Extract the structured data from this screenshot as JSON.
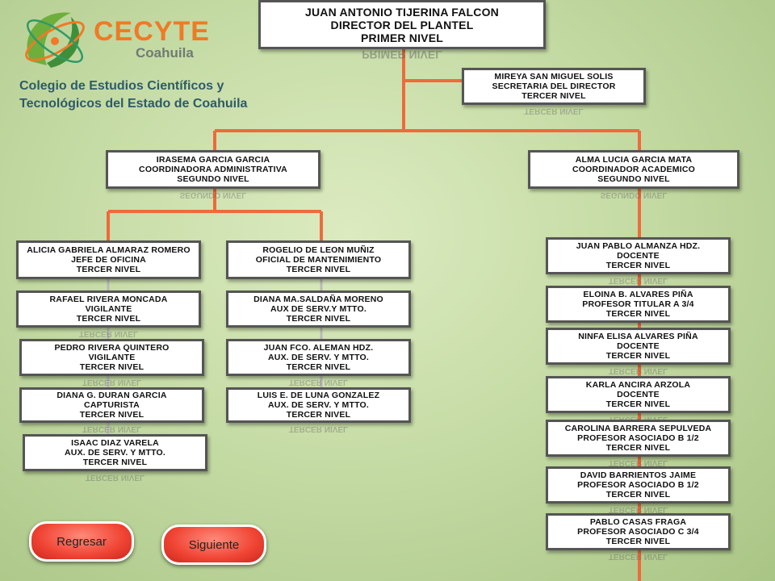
{
  "logo": {
    "brand": "CECYTE",
    "region": "Coahuila",
    "line1": "Colegio de Estudios Científicos y",
    "line2": "Tecnológicos del Estado de Coahuila"
  },
  "nodes": {
    "director": [
      "JUAN ANTONIO TIJERINA FALCON",
      "DIRECTOR DEL PLANTEL",
      "PRIMER NIVEL"
    ],
    "secretaria": [
      "MIREYA SAN MIGUEL SOLIS",
      "SECRETARIA DEL DIRECTOR",
      "TERCER NIVEL"
    ],
    "coord_admin": [
      "IRASEMA GARCIA GARCIA",
      "COORDINADORA ADMINISTRATIVA",
      "SEGUNDO NIVEL"
    ],
    "coord_acad": [
      "ALMA LUCIA GARCIA MATA",
      "COORDINADOR ACADEMICO",
      "SEGUNDO NIVEL"
    ],
    "alicia": [
      "ALICIA GABRIELA ALMARAZ ROMERO",
      "JEFE DE OFICINA",
      "TERCER NIVEL"
    ],
    "rafael": [
      "RAFAEL RIVERA MONCADA",
      "VIGILANTE",
      "TERCER NIVEL"
    ],
    "pedro": [
      "PEDRO RIVERA QUINTERO",
      "VIGILANTE",
      "TERCER NIVEL"
    ],
    "diana_duran": [
      "DIANA G. DURAN GARCIA",
      "CAPTURISTA",
      "TERCER NIVEL"
    ],
    "isaac": [
      "ISAAC DIAZ VARELA",
      "AUX. DE SERV. Y MTTO.",
      "TERCER NIVEL"
    ],
    "rogelio": [
      "ROGELIO DE LEON MUÑIZ",
      "OFICIAL DE MANTENIMIENTO",
      "TERCER NIVEL"
    ],
    "diana_saldana": [
      "DIANA MA.SALDAÑA MORENO",
      "AUX DE SERV.Y MTTO.",
      "TERCER NIVEL"
    ],
    "juan_aleman": [
      "JUAN FCO. ALEMAN HDZ.",
      "AUX. DE SERV. Y MTTO.",
      "TERCER NIVEL"
    ],
    "luis": [
      "LUIS E. DE LUNA GONZALEZ",
      "AUX. DE SERV. Y MTTO.",
      "TERCER NIVEL"
    ],
    "juan_pablo": [
      "JUAN PABLO ALMANZA HDZ.",
      "DOCENTE",
      "TERCER NIVEL"
    ],
    "eloina": [
      "ELOINA B. ALVARES PIÑA",
      "PROFESOR TITULAR A 3/4",
      "TERCER NIVEL"
    ],
    "ninfa": [
      "NINFA ELISA ALVARES PIÑA",
      "DOCENTE",
      "TERCER NIVEL"
    ],
    "karla": [
      "KARLA ANCIRA ARZOLA",
      "DOCENTE",
      "TERCER NIVEL"
    ],
    "carolina": [
      "CAROLINA BARRERA SEPULVEDA",
      "PROFESOR ASOCIADO B 1/2",
      "TERCER NIVEL"
    ],
    "david": [
      "DAVID BARRIENTOS JAIME",
      "PROFESOR ASOCIADO B 1/2",
      "TERCER NIVEL"
    ],
    "pablo": [
      "PABLO CASAS FRAGA",
      "PROFESOR ASOCIADO C 3/4",
      "TERCER NIVEL"
    ]
  },
  "buttons": {
    "back": "Regresar",
    "next": "Siguiente"
  },
  "colors": {
    "connector": "#ef6a3c",
    "node_border": "#555555",
    "button": "#f04434"
  }
}
